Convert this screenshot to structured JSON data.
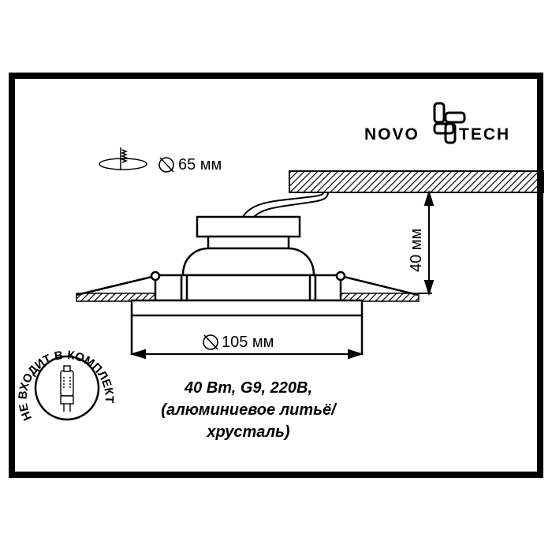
{
  "brand": {
    "name_left": "NOVO",
    "name_right": "TECH"
  },
  "cutout": {
    "icon": "ceiling-cutout-icon",
    "diameter_symbol": "⌀",
    "label": "65 мм"
  },
  "height_dimension": {
    "label": "40 мм"
  },
  "width_dimension": {
    "diameter_symbol": "⌀",
    "label": "105 мм"
  },
  "specs": {
    "line1": "40 Вт, G9, 220В,",
    "line2": "(алюминиевое литьё/",
    "line3": "хрусталь)"
  },
  "badge": {
    "text": "НЕ ВХОДИТ В КОМПЛЕКТ",
    "icon": "g9-bulb-icon"
  },
  "colors": {
    "line": "#000000",
    "background": "#ffffff"
  }
}
